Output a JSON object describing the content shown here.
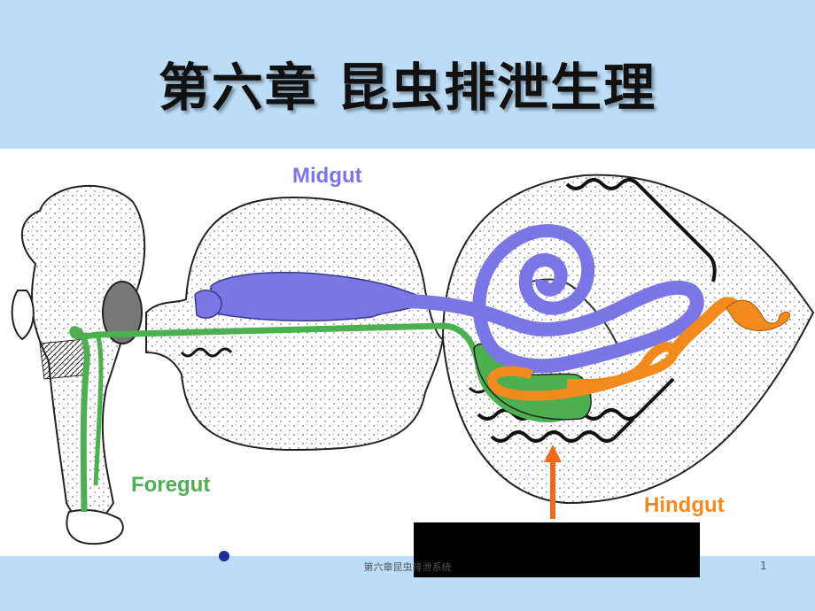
{
  "slide": {
    "title": "第六章  昆虫排泄生理",
    "footer": "第六章昆虫排泄系统",
    "page_number": "1"
  },
  "diagram": {
    "labels": {
      "midgut": "Midgut",
      "foregut": "Foregut",
      "hindgut": "Hindgut"
    }
  },
  "colors": {
    "band": "#bcdcf7",
    "midgut": "#7b76e6",
    "foregut": "#4caf50",
    "hindgut": "#f28a1e",
    "arrow": "#f06a1a"
  }
}
